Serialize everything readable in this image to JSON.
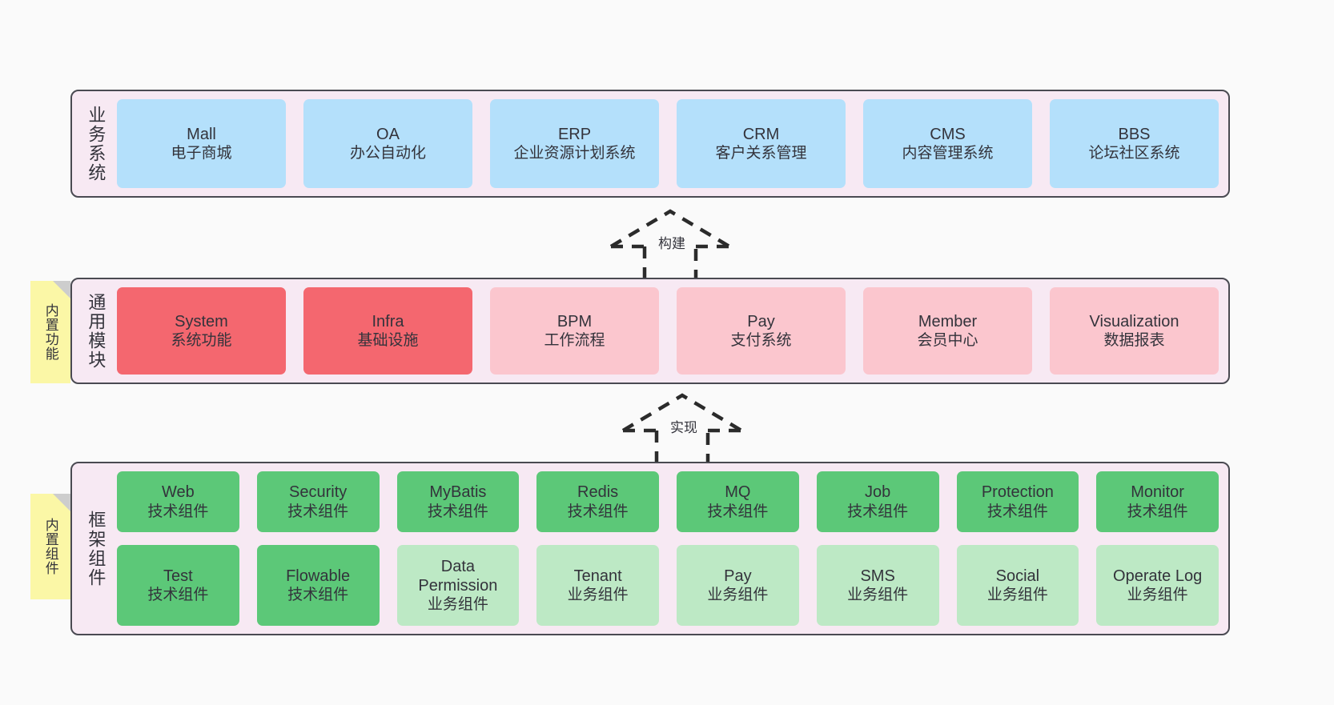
{
  "diagram": {
    "background_color": "#fafafa",
    "panel_background": "#f7e9f3",
    "panel_border": "#4a4a52",
    "note_color": "#fbf7a6"
  },
  "layers": [
    {
      "id": "business",
      "title": "业务系统",
      "card_color": "#b4e0fb",
      "rows": [
        [
          {
            "en": "Mall",
            "cn": "电子商城"
          },
          {
            "en": "OA",
            "cn": "办公自动化"
          },
          {
            "en": "ERP",
            "cn": "企业资源计划系统"
          },
          {
            "en": "CRM",
            "cn": "客户关系管理"
          },
          {
            "en": "CMS",
            "cn": "内容管理系统"
          },
          {
            "en": "BBS",
            "cn": "论坛社区系统"
          }
        ]
      ]
    },
    {
      "id": "modules",
      "title": "通用模块",
      "note": "内置功能",
      "rows": [
        [
          {
            "en": "System",
            "cn": "系统功能",
            "color": "#f4676f"
          },
          {
            "en": "Infra",
            "cn": "基础设施",
            "color": "#f4676f"
          },
          {
            "en": "BPM",
            "cn": "工作流程",
            "color": "#fbc6ce"
          },
          {
            "en": "Pay",
            "cn": "支付系统",
            "color": "#fbc6ce"
          },
          {
            "en": "Member",
            "cn": "会员中心",
            "color": "#fbc6ce"
          },
          {
            "en": "Visualization",
            "cn": "数据报表",
            "color": "#fbc6ce"
          }
        ]
      ]
    },
    {
      "id": "framework",
      "title": "框架组件",
      "note": "内置组件",
      "rows": [
        [
          {
            "en": "Web",
            "cn": "技术组件",
            "color": "#5cc878"
          },
          {
            "en": "Security",
            "cn": "技术组件",
            "color": "#5cc878"
          },
          {
            "en": "MyBatis",
            "cn": "技术组件",
            "color": "#5cc878"
          },
          {
            "en": "Redis",
            "cn": "技术组件",
            "color": "#5cc878"
          },
          {
            "en": "MQ",
            "cn": "技术组件",
            "color": "#5cc878"
          },
          {
            "en": "Job",
            "cn": "技术组件",
            "color": "#5cc878"
          },
          {
            "en": "Protection",
            "cn": "技术组件",
            "color": "#5cc878"
          },
          {
            "en": "Monitor",
            "cn": "技术组件",
            "color": "#5cc878"
          }
        ],
        [
          {
            "en": "Test",
            "cn": "技术组件",
            "color": "#5cc878"
          },
          {
            "en": "Flowable",
            "cn": "技术组件",
            "color": "#5cc878"
          },
          {
            "en": "Data Permission",
            "cn": "业务组件",
            "color": "#bde9c5"
          },
          {
            "en": "Tenant",
            "cn": "业务组件",
            "color": "#bde9c5"
          },
          {
            "en": "Pay",
            "cn": "业务组件",
            "color": "#bde9c5"
          },
          {
            "en": "SMS",
            "cn": "业务组件",
            "color": "#bde9c5"
          },
          {
            "en": "Social",
            "cn": "业务组件",
            "color": "#bde9c5"
          },
          {
            "en": "Operate Log",
            "cn": "业务组件",
            "color": "#bde9c5"
          }
        ]
      ]
    }
  ],
  "arrows": [
    {
      "id": "build",
      "label": "构建",
      "from": "通用模块",
      "to": "业务系统"
    },
    {
      "id": "impl",
      "label": "实现",
      "from": "框架组件",
      "to": "通用模块"
    }
  ]
}
